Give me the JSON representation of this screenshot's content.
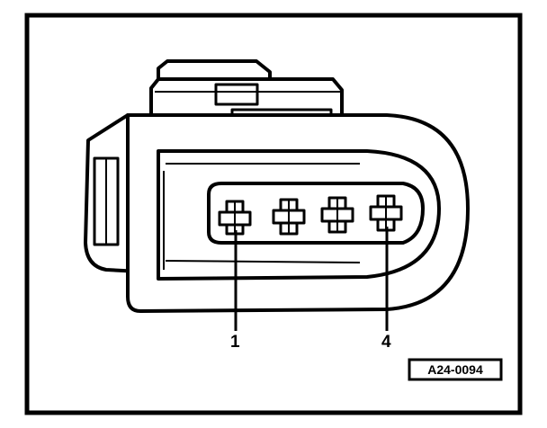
{
  "figure": {
    "callouts": [
      "1",
      "4"
    ],
    "reference_code": "A24-0094",
    "colors": {
      "ink": "#000000",
      "paper": "#ffffff"
    }
  }
}
